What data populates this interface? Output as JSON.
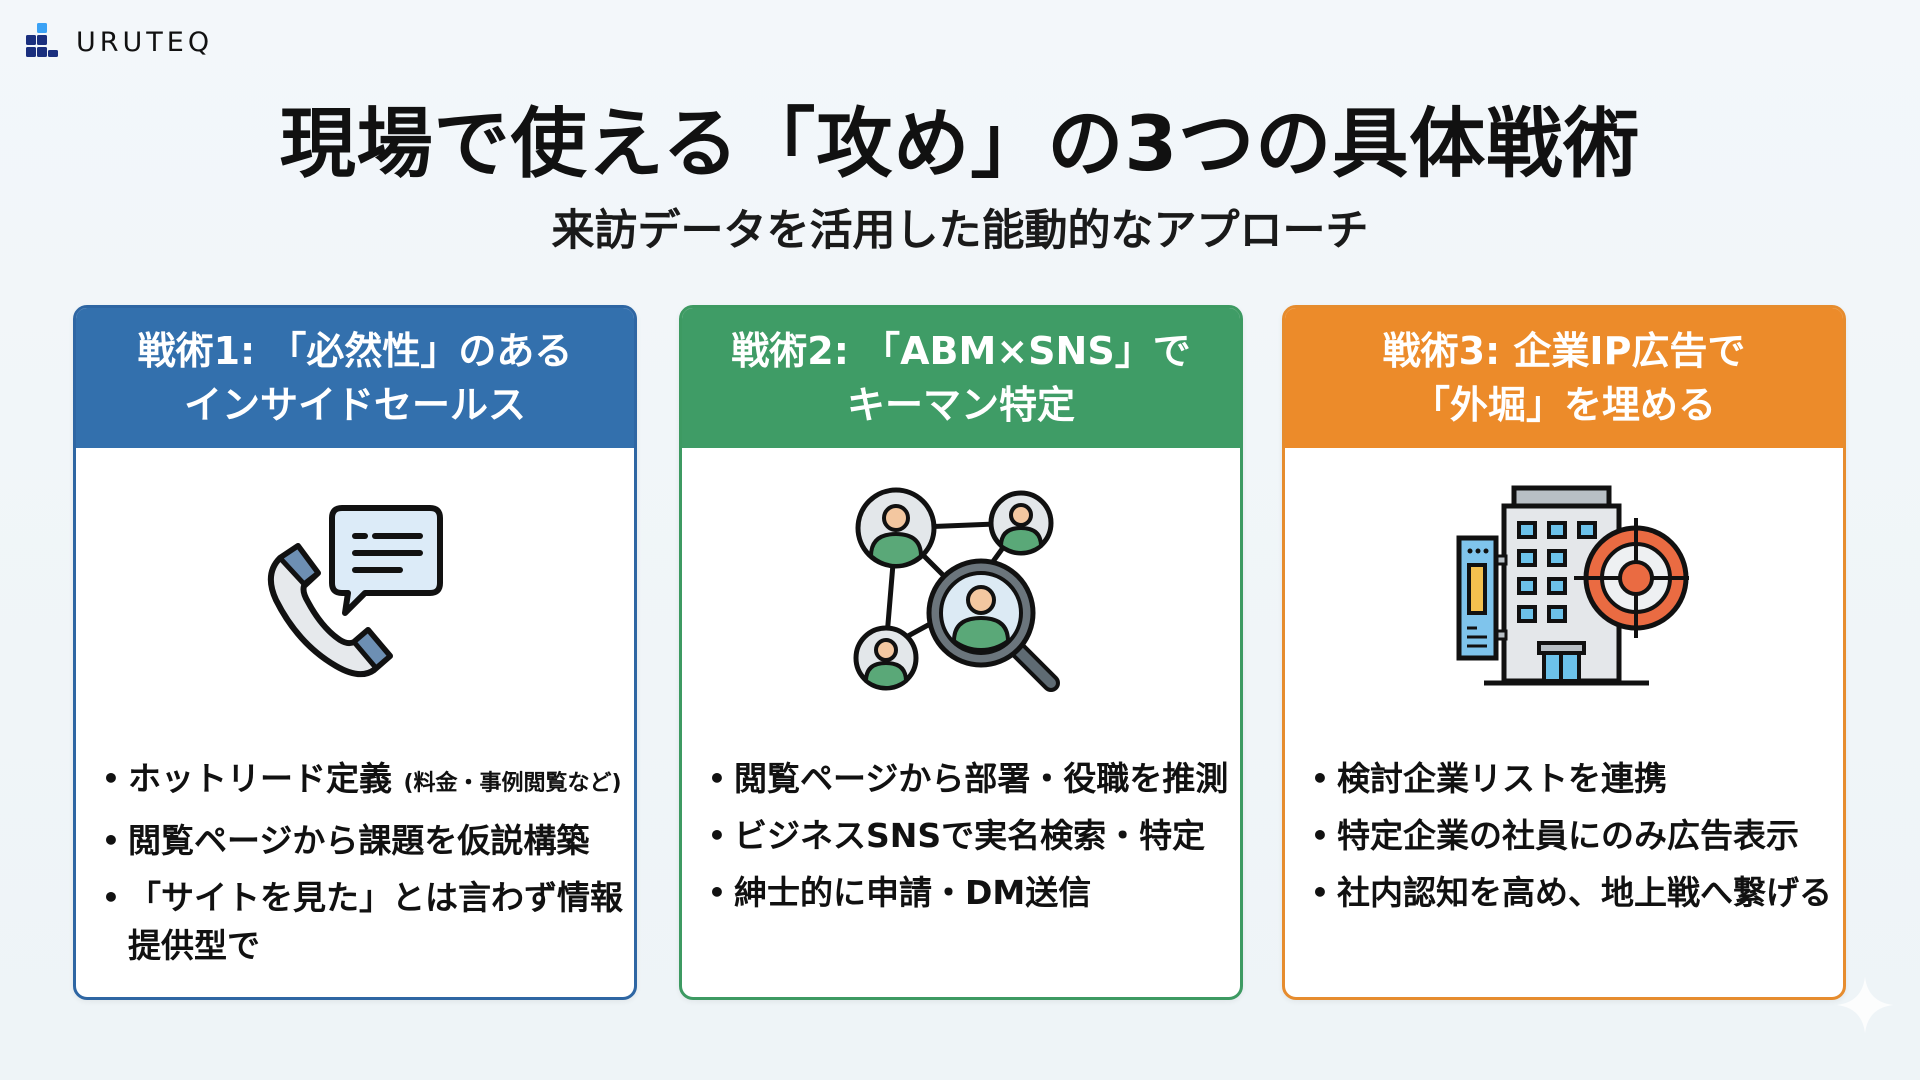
{
  "brand": {
    "name": "URUTEQ",
    "logo_icon": "block-staircase-logo"
  },
  "title": "現場で使える「攻め」の3つの具体戦術",
  "subtitle": "来訪データを活用した能動的なアプローチ",
  "colors": {
    "blue": "#3370ad",
    "green": "#3f9c66",
    "orange": "#ec8b2a",
    "background": "#f1f6f9"
  },
  "cards": [
    {
      "header_line1": "戦術1: 「必然性」のある",
      "header_line2": "インサイドセールス",
      "icon": "phone-chat-icon",
      "bullets": [
        {
          "text": "ホットリード定義",
          "note": "(料金・事例閲覧など)"
        },
        {
          "text": "閲覧ページから課題を仮説構築"
        },
        {
          "text": "「サイトを見た」とは言わず情報提供型で"
        }
      ]
    },
    {
      "header_line1": "戦術2: 「ABM×SNS」で",
      "header_line2": "キーマン特定",
      "icon": "network-search-icon",
      "bullets": [
        {
          "text": "閲覧ページから部署・役職を推測"
        },
        {
          "text": "ビジネスSNSで実名検索・特定"
        },
        {
          "text": "紳士的に申請・DM送信"
        }
      ]
    },
    {
      "header_line1": "戦術3: 企業IP広告で",
      "header_line2": "「外堀」を埋める",
      "icon": "building-target-icon",
      "bullets": [
        {
          "text": "検討企業リストを連携"
        },
        {
          "text": "特定企業の社員にのみ広告表示"
        },
        {
          "text": "社内認知を高め、地上戦へ繋げる"
        }
      ]
    }
  ]
}
